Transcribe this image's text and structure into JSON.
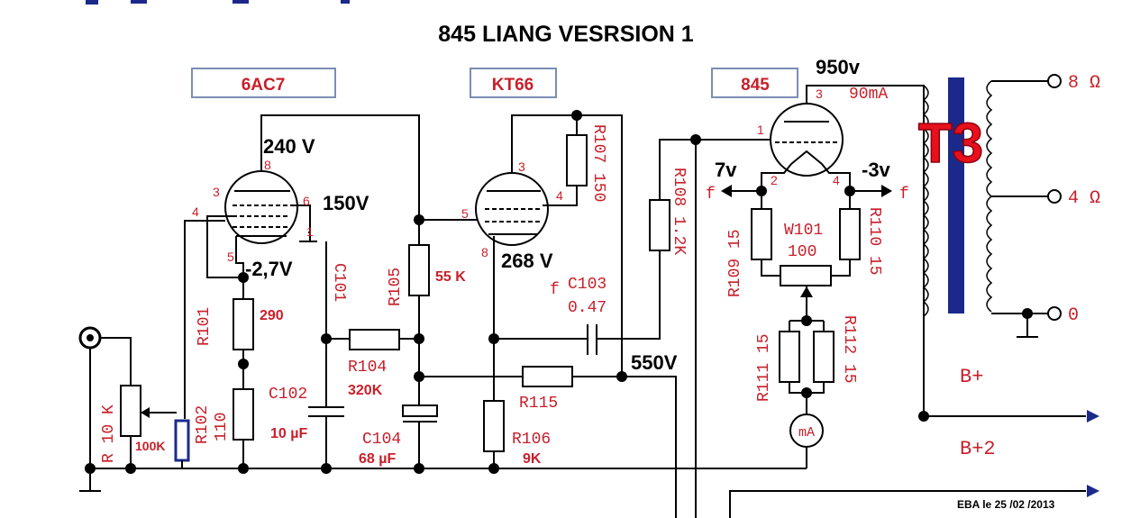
{
  "title": "845 LIANG VESRSION 1",
  "credit": "EBA le 25 /02 /2013",
  "tubes": {
    "v1": "6AC7",
    "v2": "KT66",
    "v3": "845"
  },
  "voltages": {
    "v1_plate": "240 V",
    "v1_screen": "150V",
    "v1_cathode": "-2,7V",
    "v2_cathode": "268 V",
    "supply": "550V",
    "v3_plate": "950v",
    "fil_left": "7v",
    "fil_right": "-3v"
  },
  "current": {
    "v3_plate": "90mA"
  },
  "pins": {
    "v1_8": "8",
    "v1_3": "3",
    "v1_6": "6",
    "v1_4": "4",
    "v1_5": "5",
    "v1_1": "1",
    "v2_3": "3",
    "v2_4": "4",
    "v2_5": "5",
    "v2_8": "8",
    "v3_3": "3",
    "v3_1": "1",
    "v3_2": "2",
    "v3_4": "4"
  },
  "components": {
    "c101": "C101",
    "r101": "R101",
    "r290": "290",
    "r102": "R102",
    "r102_val": "110",
    "c102": "C102",
    "c102_val": "10 µF",
    "r104": "R104",
    "r104_val": "320K",
    "c104": "C104",
    "c104_val": "68 µF",
    "r105": "R105",
    "r105_val": "55 K",
    "r106": "R106",
    "r106_val": "9K",
    "r107": "R107 150",
    "r108": "R108 1.2K",
    "c103": "C103",
    "c103_val": "0.47",
    "c103_f": "f",
    "r115": "R115",
    "pot": "R 10 K",
    "pot2": "100K",
    "r109": "R109 15",
    "r110": "R110 15",
    "w101": "W101",
    "w101_val": "100",
    "r111": "R111 15",
    "r112": "R112 15",
    "meter": "mA",
    "fil_f_left": "f",
    "fil_f_right": "f"
  },
  "transformer": {
    "name": "T3",
    "tap_8": "8 Ω",
    "tap_4": "4 Ω",
    "tap_0": "0",
    "b_plus": "B+",
    "b_plus2": "B+2"
  },
  "colors": {
    "label_red": "#c8202a",
    "box_border": "#7a8eb4",
    "transformer": "#e8101c",
    "core": "#1b2a8a"
  }
}
